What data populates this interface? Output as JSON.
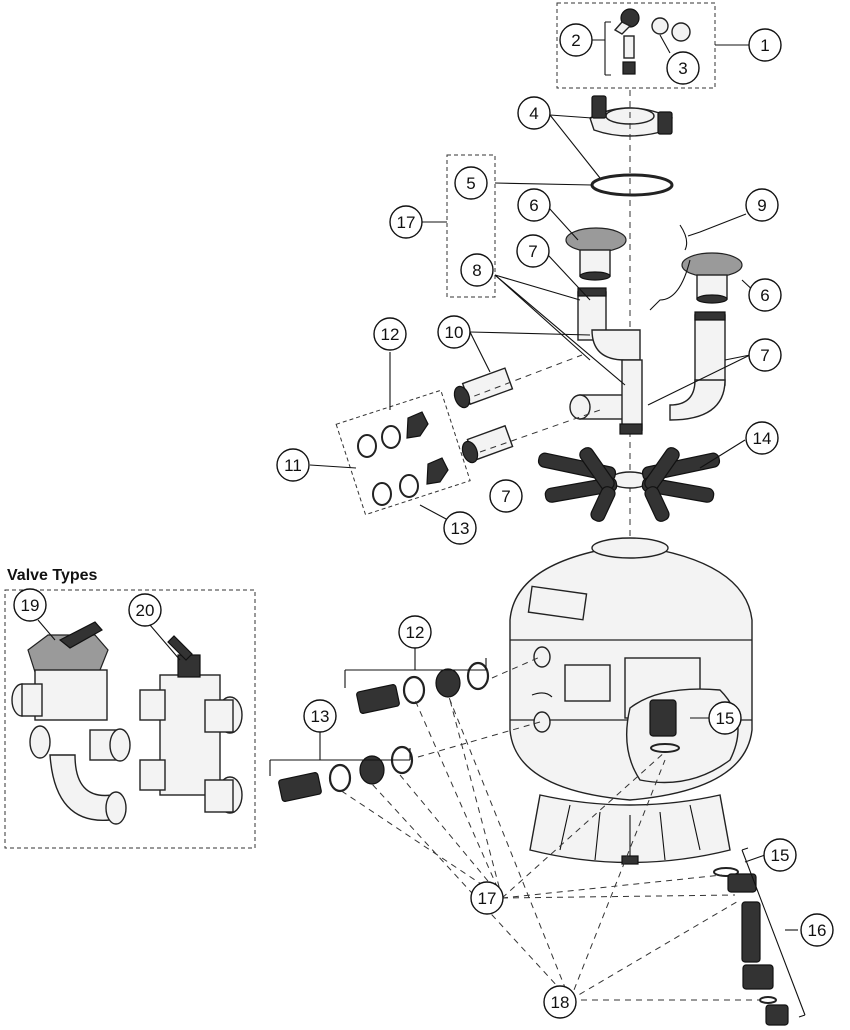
{
  "group_title": "Valve Types",
  "callouts": [
    {
      "id": "c1",
      "label": "1"
    },
    {
      "id": "c2",
      "label": "2"
    },
    {
      "id": "c3",
      "label": "3"
    },
    {
      "id": "c4",
      "label": "4"
    },
    {
      "id": "c5",
      "label": "5"
    },
    {
      "id": "c6a",
      "label": "6"
    },
    {
      "id": "c6b",
      "label": "6"
    },
    {
      "id": "c7a",
      "label": "7"
    },
    {
      "id": "c7b",
      "label": "7"
    },
    {
      "id": "c7c",
      "label": "7"
    },
    {
      "id": "c8",
      "label": "8"
    },
    {
      "id": "c9",
      "label": "9"
    },
    {
      "id": "c10",
      "label": "10"
    },
    {
      "id": "c11",
      "label": "11"
    },
    {
      "id": "c12a",
      "label": "12"
    },
    {
      "id": "c12b",
      "label": "12"
    },
    {
      "id": "c13a",
      "label": "13"
    },
    {
      "id": "c13b",
      "label": "13"
    },
    {
      "id": "c14",
      "label": "14"
    },
    {
      "id": "c15a",
      "label": "15"
    },
    {
      "id": "c15b",
      "label": "15"
    },
    {
      "id": "c16",
      "label": "16"
    },
    {
      "id": "c17a",
      "label": "17"
    },
    {
      "id": "c17b",
      "label": "17"
    },
    {
      "id": "c18",
      "label": "18"
    },
    {
      "id": "c19",
      "label": "19"
    },
    {
      "id": "c20",
      "label": "20"
    }
  ]
}
